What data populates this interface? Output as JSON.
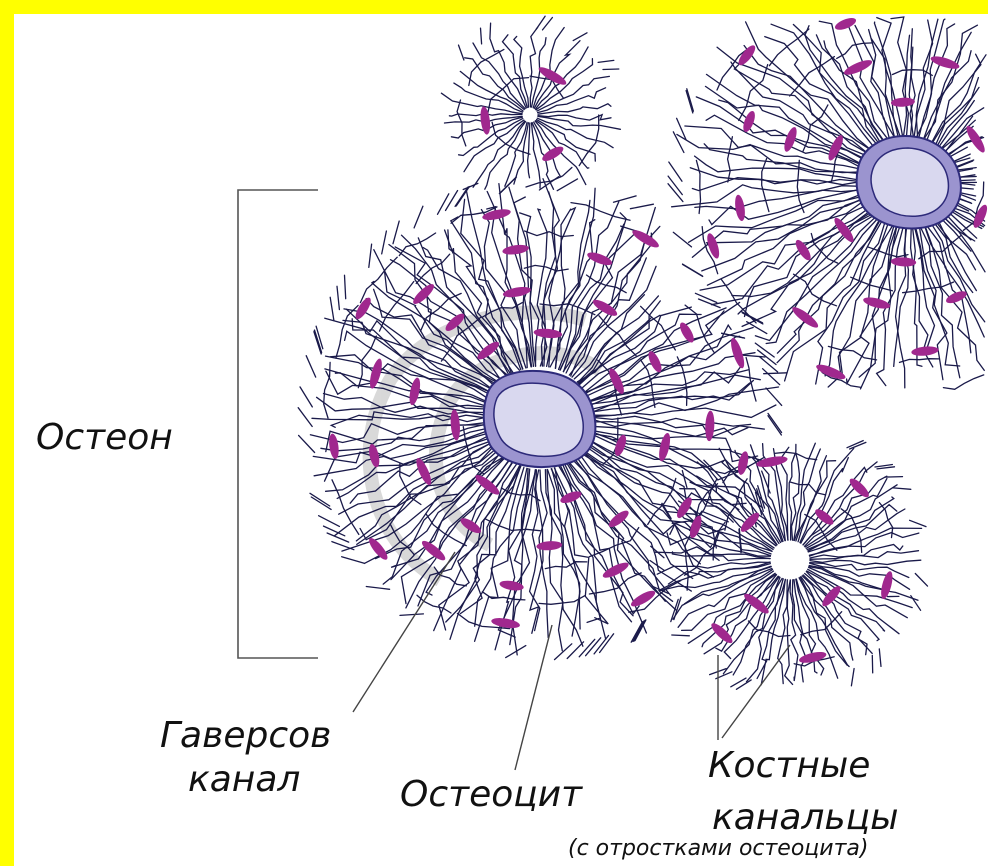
{
  "labels": {
    "osteon": "Остеон",
    "haversian_canal_line1": "Гаверсов",
    "haversian_canal_line2": "канал",
    "osteocyte": "Остеоцит",
    "canaliculi_line1": "Костные",
    "canaliculi_line2": "канальцы",
    "canaliculi_note": "(с отростками остеоцита)"
  },
  "colors": {
    "frame": "#ffff00",
    "background": "#ffffff",
    "canal_fill": "#d9d8ef",
    "canal_ring": "#9b94cf",
    "canal_stroke": "#2d2a7a",
    "osteocyte": "#a0288e",
    "canaliculi": "#1a1a4a",
    "lamella_shadow": "#cfcfcf"
  }
}
